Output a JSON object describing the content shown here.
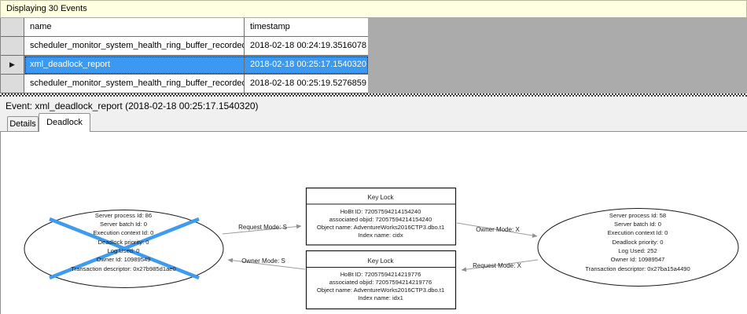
{
  "titlebar": {
    "text": "Displaying 30 Events"
  },
  "grid": {
    "columns": {
      "name": "name",
      "timestamp": "timestamp"
    },
    "selected_row_index": 1,
    "selected_row_marker": "▶",
    "rows": [
      {
        "name": "scheduler_monitor_system_health_ring_buffer_recorded",
        "timestamp": "2018-02-18 00:24:19.3516078"
      },
      {
        "name": "xml_deadlock_report",
        "timestamp": "2018-02-18 00:25:17.1540320"
      },
      {
        "name": "scheduler_monitor_system_health_ring_buffer_recorded",
        "timestamp": "2018-02-18 00:25:19.5276859"
      }
    ]
  },
  "event_bar": {
    "label": "Event: xml_deadlock_report (2018-02-18 00:25:17.1540320)"
  },
  "tabs": {
    "details": "Details",
    "deadlock": "Deadlock",
    "active": "Deadlock"
  },
  "deadlock_graph": {
    "processes": [
      {
        "role": "victim",
        "lines": [
          "Server process Id: 86",
          "Server batch Id: 0",
          "Execution context Id: 0",
          "Deadlock priority: 0",
          "Log Used: 0",
          "Owner Id: 10989549",
          "Transaction descriptor: 0x27b985d1ae0"
        ]
      },
      {
        "role": "survivor",
        "lines": [
          "Server process Id: 58",
          "Server batch Id: 0",
          "Execution context Id: 0",
          "Deadlock priority: 0",
          "Log Used: 252",
          "Owner Id: 10989547",
          "Transaction descriptor: 0x27ba15a4490"
        ]
      }
    ],
    "resources": [
      {
        "title": "Key Lock",
        "lines": [
          "HoBt ID: 72057594214154240",
          "associated objid: 72057594214154240",
          "Object name: AdventureWorks2016CTP3.dbo.t1",
          "Index name: cidx"
        ]
      },
      {
        "title": "Key Lock",
        "lines": [
          "HoBt ID: 72057594214219776",
          "associated objid: 72057594214219776",
          "Object name: AdventureWorks2016CTP3.dbo.t1",
          "Index name: idx1"
        ]
      }
    ],
    "edges": [
      {
        "label": "Request Mode: S"
      },
      {
        "label": "Owner Mode: S"
      },
      {
        "label": "Owner Mode: X"
      },
      {
        "label": "Request Mode: X"
      }
    ]
  },
  "colors": {
    "info_bar_bg": "#FFFFE1",
    "selection_bg": "#3B99F2",
    "victim_cross": "#3E9BF0",
    "edge_gray": "#9B9B9B",
    "filler_gray": "#ABABAB"
  }
}
